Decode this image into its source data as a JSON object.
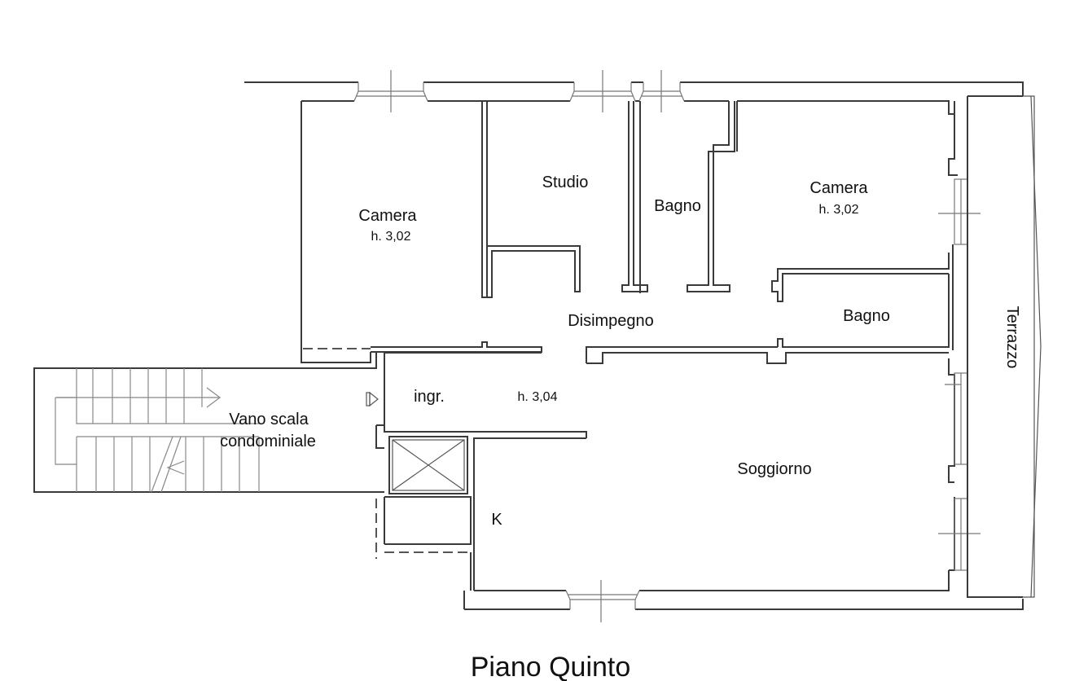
{
  "plan": {
    "title": "Piano Quinto",
    "rooms": {
      "camera_left": {
        "name": "Camera",
        "height": "h. 3,02"
      },
      "studio": {
        "name": "Studio"
      },
      "bagno_top": {
        "name": "Bagno"
      },
      "camera_right": {
        "name": "Camera",
        "height": "h. 3,02"
      },
      "disimpegno": {
        "name": "Disimpegno"
      },
      "bagno_right": {
        "name": "Bagno"
      },
      "ingresso": {
        "name": "ingr.",
        "height": "h. 3,04"
      },
      "vano_scala": {
        "name_line1": "Vano scala",
        "name_line2": "condominiale"
      },
      "soggiorno": {
        "name": "Soggiorno"
      },
      "cucina": {
        "name": "K"
      },
      "terrazzo": {
        "name": "Terrazzo"
      }
    }
  }
}
